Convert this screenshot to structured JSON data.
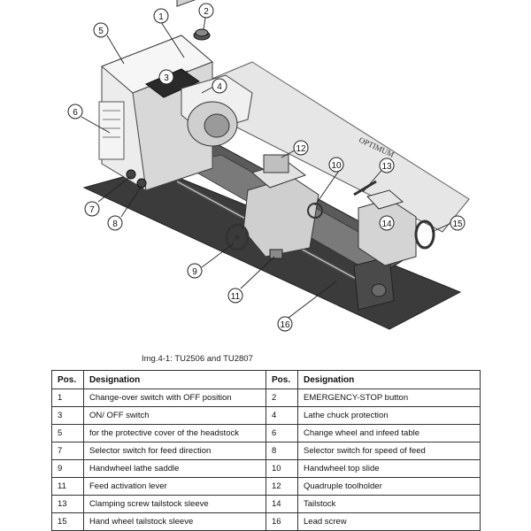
{
  "figure": {
    "brand": "OPTIMUM",
    "callouts": [
      "1",
      "2",
      "3",
      "4",
      "5",
      "6",
      "7",
      "8",
      "9",
      "10",
      "11",
      "12",
      "13",
      "14",
      "15",
      "16"
    ]
  },
  "caption": "Img.4-1:   TU2506 and TU2807",
  "table": {
    "headers": [
      "Pos.",
      "Designation",
      "Pos.",
      "Designation"
    ],
    "rows": [
      [
        "1",
        "Change-over switch with OFF position",
        "2",
        "EMERGENCY-STOP button"
      ],
      [
        "3",
        "ON/ OFF switch",
        "4",
        "Lathe chuck protection"
      ],
      [
        "5",
        "for the protective cover of the headstock",
        "6",
        "Change wheel and infeed table"
      ],
      [
        "7",
        "Selector switch for feed direction",
        "8",
        "Selector switch for speed of feed"
      ],
      [
        "9",
        "Handwheel lathe saddle",
        "10",
        "Handwheel top slide"
      ],
      [
        "11",
        "Feed activation lever",
        "12",
        "Quadruple toolholder"
      ],
      [
        "13",
        "Clamping screw tailstock sleeve",
        "14",
        "Tailstock"
      ],
      [
        "15",
        "Hand wheel tailstock sleeve",
        "16",
        "Lead screw"
      ]
    ]
  }
}
